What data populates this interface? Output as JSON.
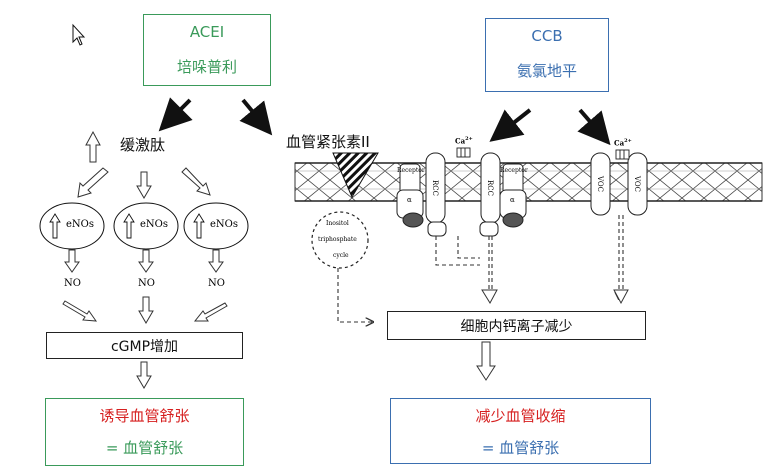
{
  "acei": {
    "title": "ACEI",
    "drug": "培哚普利"
  },
  "ccb": {
    "title": "CCB",
    "drug": "氨氯地平"
  },
  "bradykinin": "缓激肽",
  "angiotensin": "血管紧张素II",
  "enos": [
    "eNOs",
    "eNOs",
    "eNOs"
  ],
  "no": [
    "NO",
    "NO",
    "NO"
  ],
  "cgmp": "cGMP增加",
  "calcium_label": "细胞内钙离子减少",
  "left_result": {
    "line1": "诱导血管舒张",
    "line2": "= 血管舒张"
  },
  "right_result": {
    "line1": "减少血管收缩",
    "line2": "= 血管舒张"
  },
  "membrane": {
    "ca_label": "Ca",
    "ca_charge": "2+",
    "receptor": "Receptor",
    "alpha": "α",
    "rcc": "RCC",
    "voc": "VOC",
    "inositol": [
      "Inositol",
      "triphosphate",
      "cycle"
    ]
  },
  "colors": {
    "green": "#3a9a5a",
    "blue": "#3b6fb0",
    "red": "#d61f1f"
  }
}
